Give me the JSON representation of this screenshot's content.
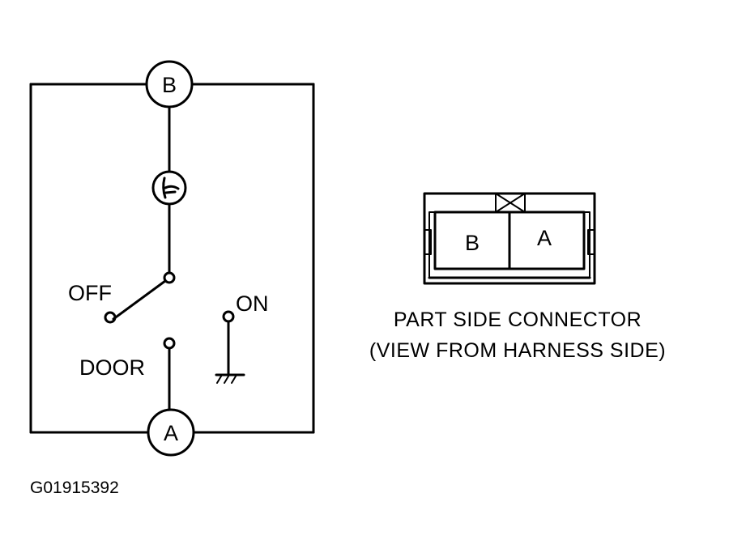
{
  "switch_diagram": {
    "terminal_b": "B",
    "terminal_a": "A",
    "off_label": "OFF",
    "on_label": "ON",
    "door_label": "DOOR"
  },
  "connector": {
    "cavity_b": "B",
    "cavity_a": "A",
    "caption_line1": "PART SIDE CONNECTOR",
    "caption_line2": "(VIEW FROM HARNESS SIDE)"
  },
  "figure_code": "G01915392"
}
